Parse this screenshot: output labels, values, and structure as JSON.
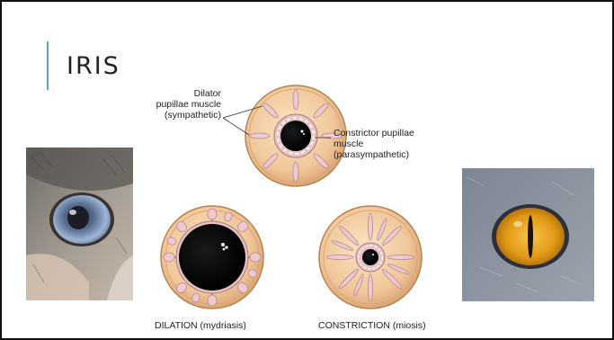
{
  "slide": {
    "title": "IRIS"
  },
  "diagram": {
    "top_iris": {
      "dilator_label_lines": [
        "Dilator",
        "pupillae muscle",
        "(sympathetic)"
      ],
      "constrictor_label_lines": [
        "Constrictor pupillae",
        "muscle",
        "(parasympathetic)"
      ]
    },
    "dilation_caption": "DILATION (mydriasis)",
    "constriction_caption": "CONSTRICTION (miosis)"
  },
  "colors": {
    "accent": "#5fa6b6",
    "iris_fill": "#f1c79a",
    "iris_rim": "#c89466",
    "muscle": "#e7c2c8",
    "pupil": "#0b0b0b",
    "left_eye_blue": "#8aa6c8",
    "right_eye_amber": "#e5a21a"
  },
  "photos": {
    "left": "kitten-eye-photo",
    "right": "cat-eye-photo"
  }
}
